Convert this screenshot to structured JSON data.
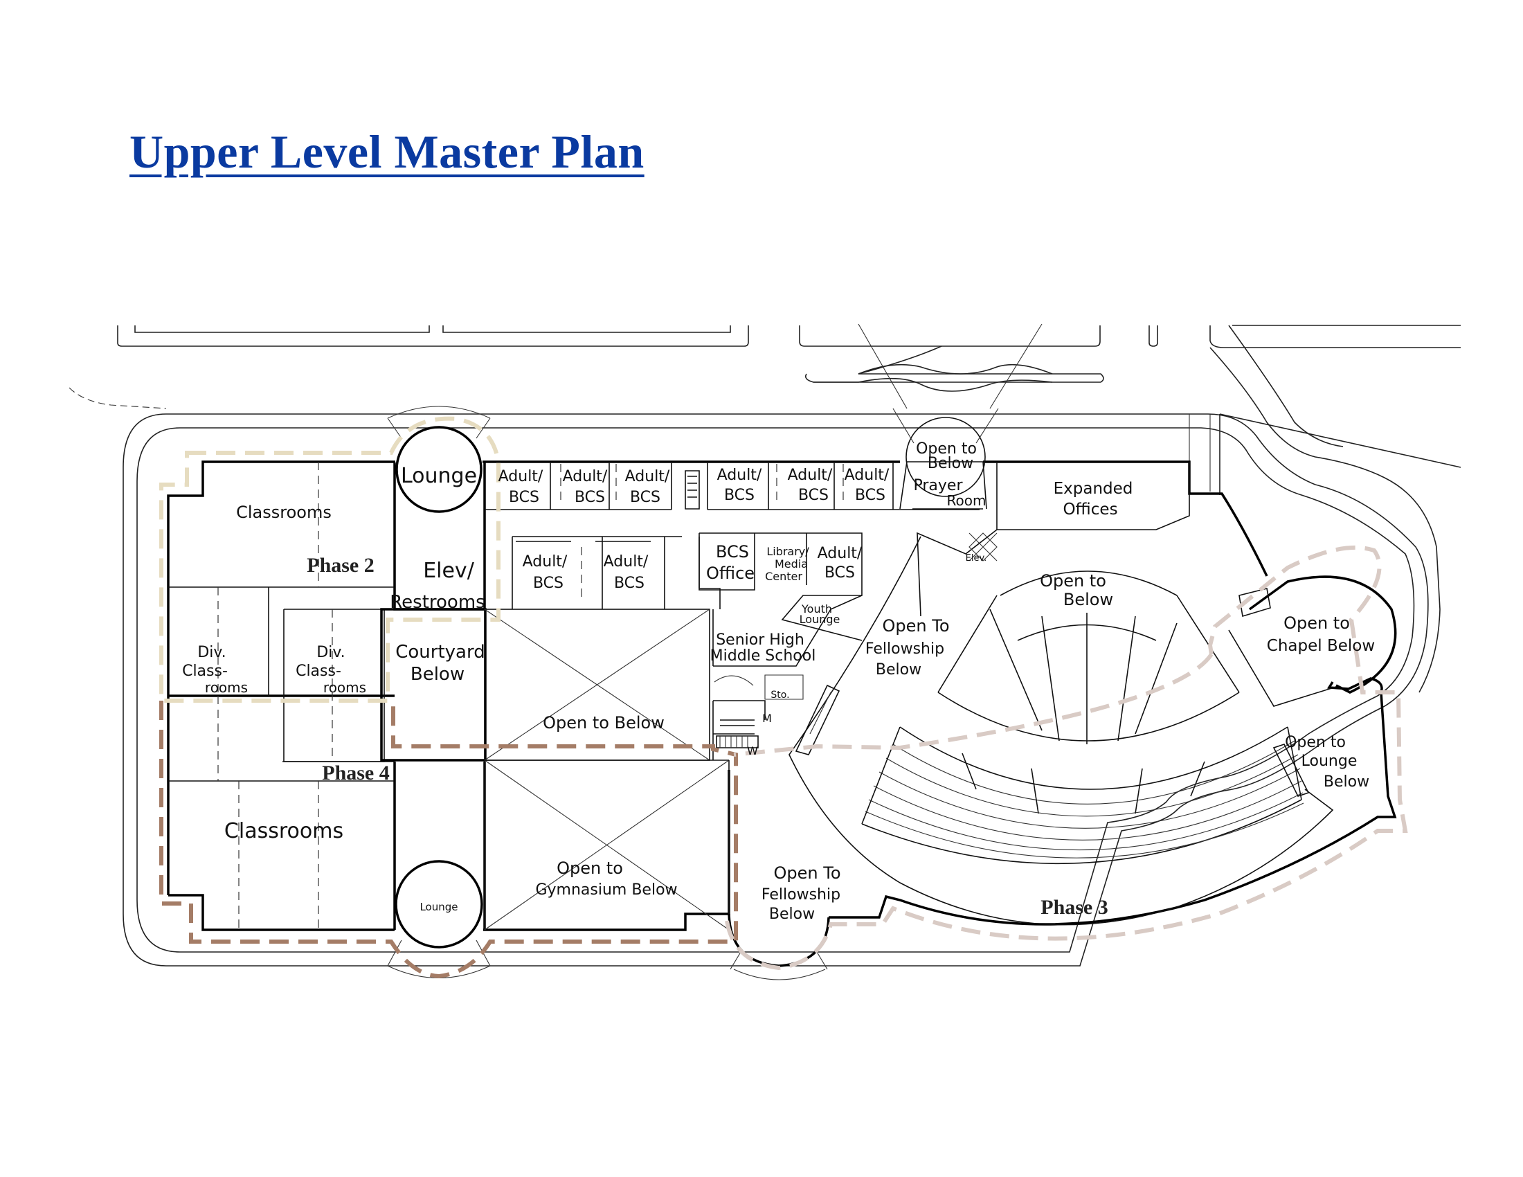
{
  "title": "Upper Level Master Plan",
  "colors": {
    "title": "#0a3aa0",
    "phase2_line": "#e6dcc0",
    "phase4_line": "#a47c66",
    "phase3_line": "#d9cbc5"
  },
  "rooms": {
    "lounge_top": "Lounge",
    "lounge_bottom": "Lounge",
    "classrooms_top": "Classrooms",
    "classrooms_bottom": "Classrooms",
    "elev_restrooms_1": "Elev/",
    "elev_restrooms_2": "Restrooms",
    "div_classrooms_a": [
      "Div.",
      "Class-",
      "rooms"
    ],
    "div_classrooms_b": [
      "Div.",
      "Class-",
      "rooms"
    ],
    "courtyard": [
      "Courtyard",
      "Below"
    ],
    "adult_bcs": [
      "Adult/",
      "BCS"
    ],
    "bcs_office": [
      "BCS",
      "Office"
    ],
    "library": [
      "Library/",
      "Media",
      "Center"
    ],
    "youth_lounge": [
      "Youth",
      "Lounge"
    ],
    "senior_high": [
      "Senior High",
      "Middle School"
    ],
    "open_below_center": "Open to Below",
    "open_gym": [
      "Open to",
      "Gymnasium Below"
    ],
    "open_fellowship_south": [
      "Open To",
      "Fellowship",
      "Below"
    ],
    "open_fellowship_north": [
      "Open To",
      "Fellowship",
      "Below"
    ],
    "open_to_below_top": [
      "Open to",
      "Below"
    ],
    "prayer_room": [
      "Prayer",
      "Room"
    ],
    "expanded_offices": [
      "Expanded",
      "Offices"
    ],
    "open_below_sanct": [
      "Open to",
      "Below"
    ],
    "open_chapel": [
      "Open to",
      "Chapel Below"
    ],
    "open_lounge": [
      "Open to",
      "Lounge",
      "Below"
    ],
    "elev_small": "Elev.",
    "sto": "Sto.",
    "m": "M",
    "w": "W"
  },
  "phases": {
    "phase2": "Phase 2",
    "phase3": "Phase 3",
    "phase4": "Phase 4"
  }
}
